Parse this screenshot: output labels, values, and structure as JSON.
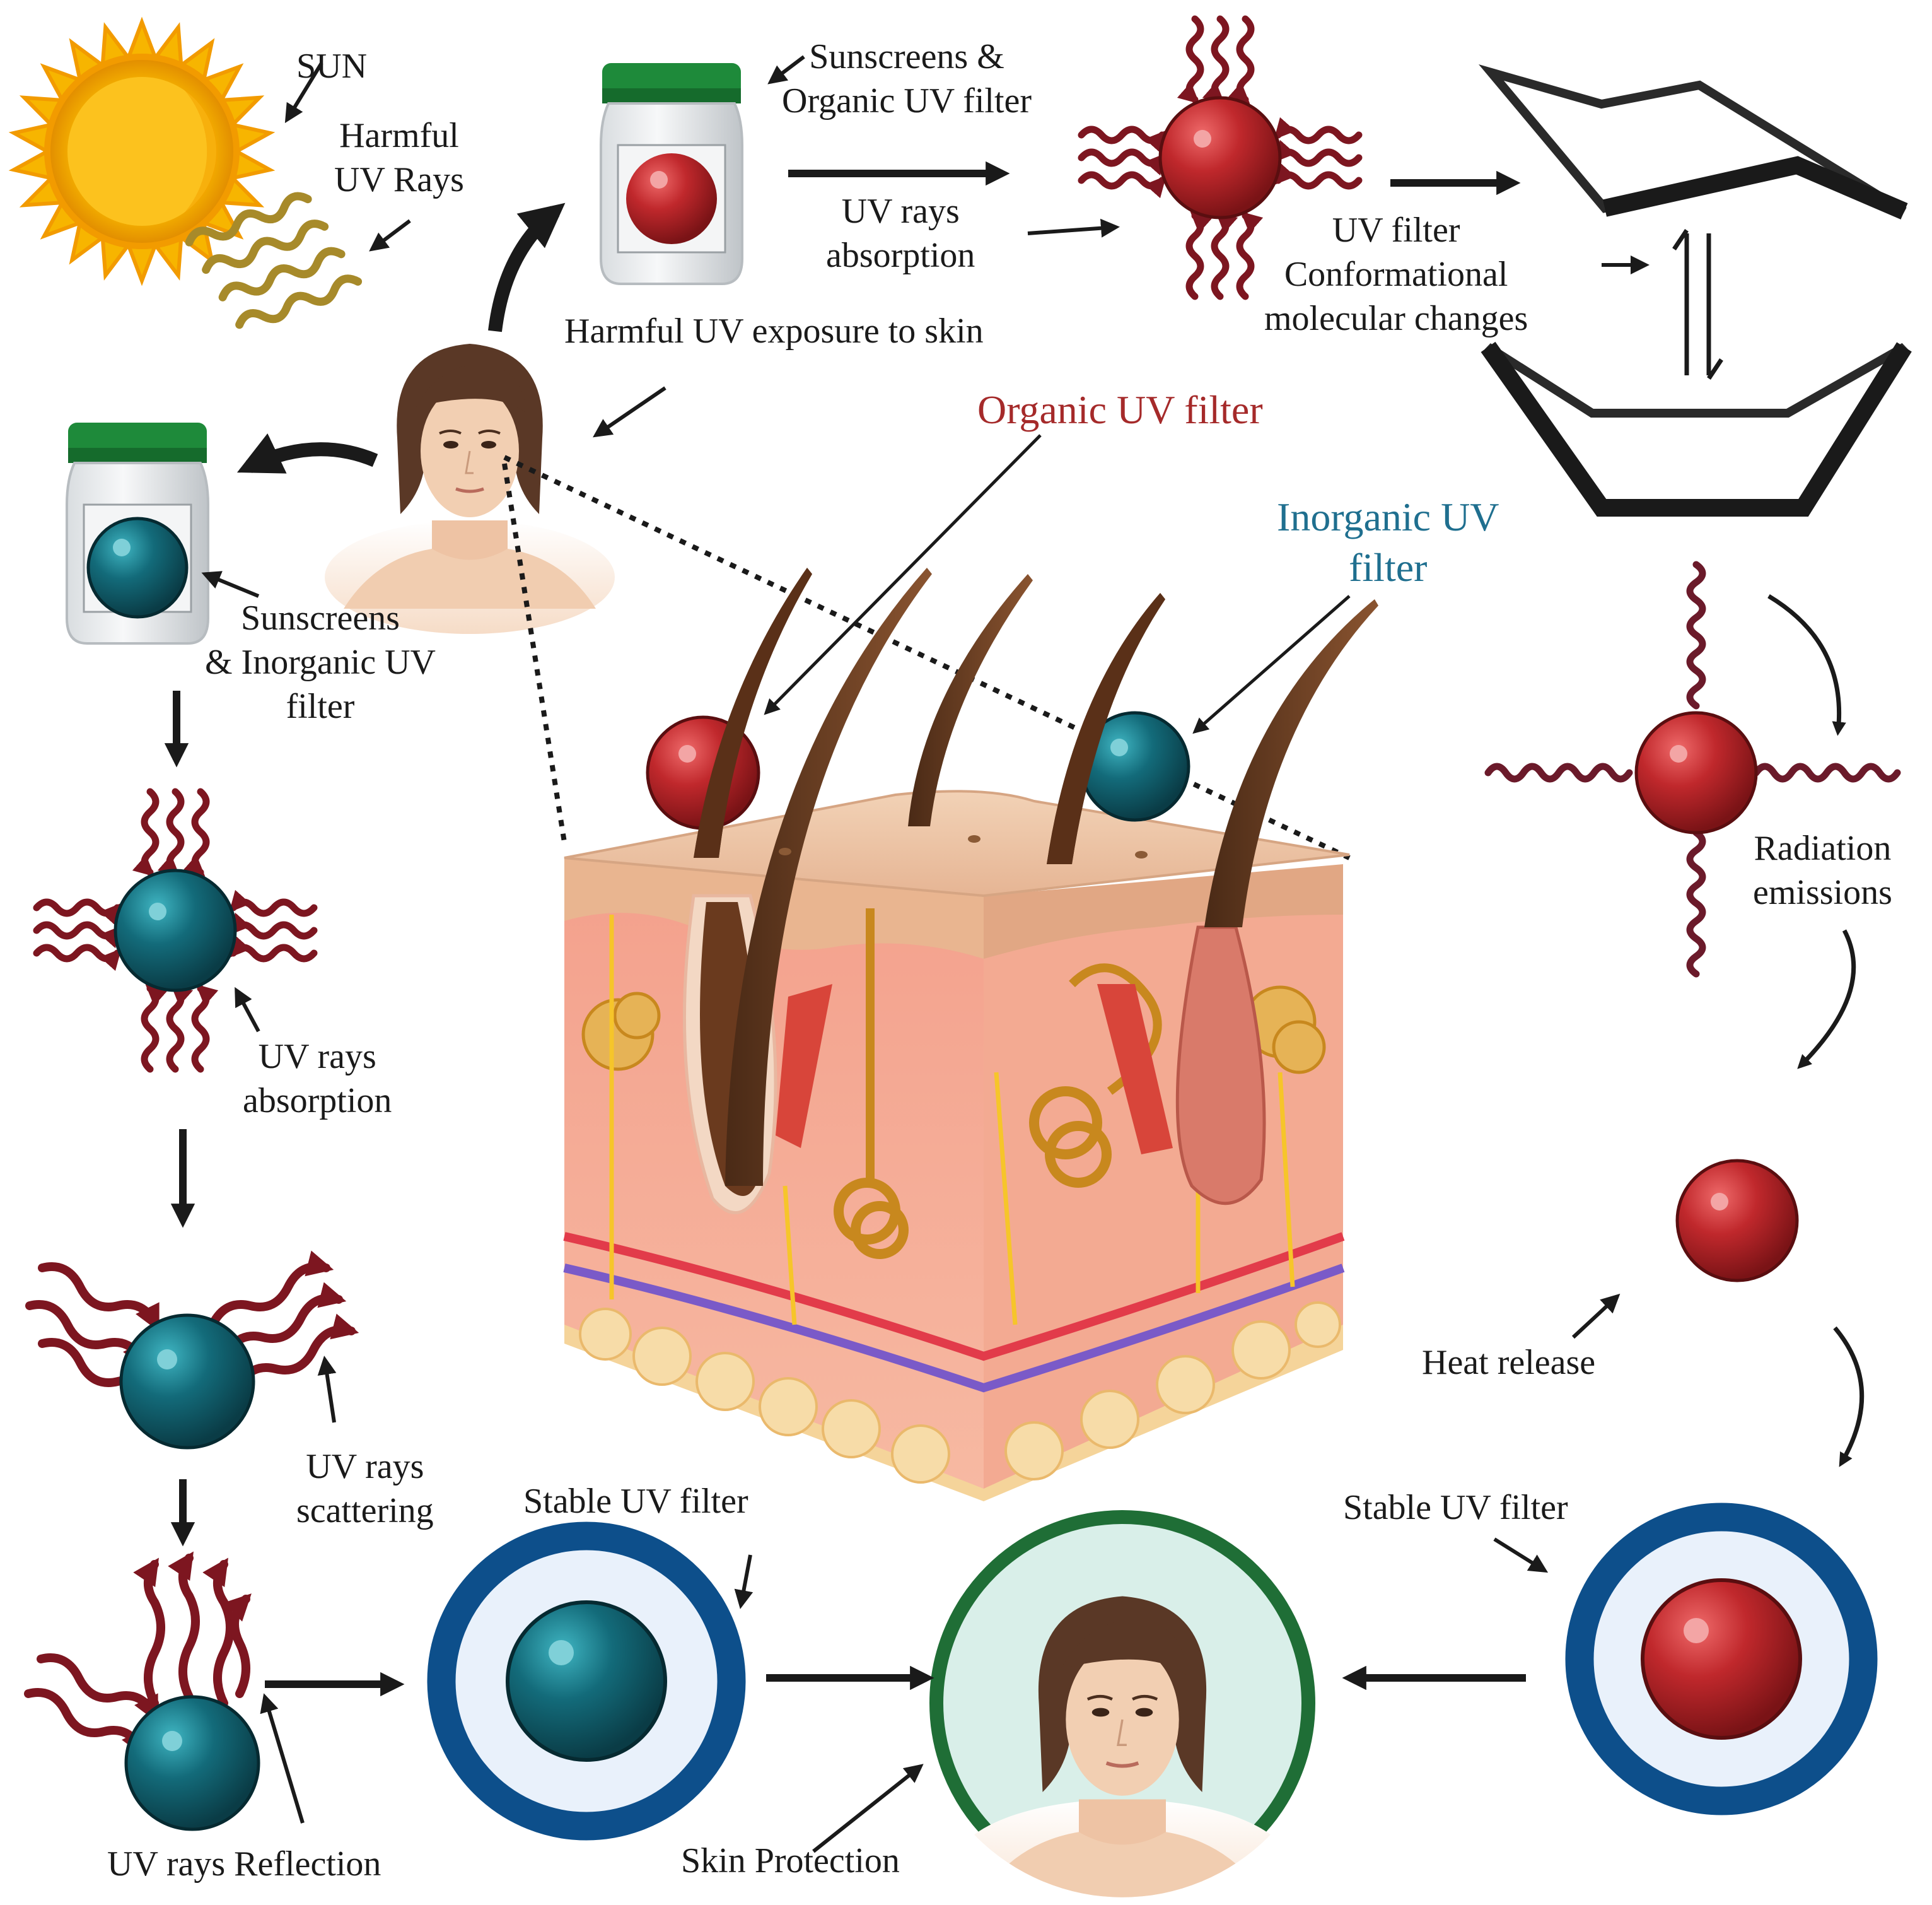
{
  "colors": {
    "organic_filter": "#c0282c",
    "inorganic_filter": "#136b7a",
    "uv_wave": "#7d1620",
    "sun_wave": "#a78a2a",
    "sun": "#f7b500",
    "protect_ring_blue": "#0d4f8b",
    "protect_ring_green": "#1f6e36",
    "organic_label": "#a52a2a",
    "inorganic_label": "#1f6f8f"
  },
  "labels": {
    "sun": "SUN",
    "harmful_uv_rays": [
      "Harmful",
      "UV Rays"
    ],
    "sunscreens_organic": [
      "Sunscreens &",
      "Organic UV filter"
    ],
    "uv_rays_absorption_top": [
      "UV rays",
      "absorption"
    ],
    "harmful_exposure": "Harmful UV exposure to skin",
    "conformational": [
      "UV filter",
      "Conformational",
      "molecular changes"
    ],
    "organic_uv_filter": "Organic UV filter",
    "inorganic_uv_filter": [
      "Inorganic UV",
      "filter"
    ],
    "sunscreens_inorganic": [
      "Sunscreens",
      "& Inorganic UV",
      "filter"
    ],
    "uv_rays_absorption_left": [
      "UV rays",
      "absorption"
    ],
    "uv_rays_scattering": [
      "UV rays",
      "scattering"
    ],
    "uv_rays_reflection": "UV rays Reflection",
    "stable_uv_filter_left": "Stable UV filter",
    "skin_protection": "Skin Protection",
    "stable_uv_filter_right": "Stable UV filter",
    "radiation_emissions": [
      "Radiation",
      "emissions"
    ],
    "heat_release": "Heat release"
  },
  "icons": [
    "sun-icon",
    "uv-rays-icon",
    "sunscreen-bottle-icon",
    "woman-face-icon",
    "uv-filter-particle-icon",
    "skin-cross-section-icon",
    "molecule-ring-icon",
    "protection-circle-icon"
  ]
}
